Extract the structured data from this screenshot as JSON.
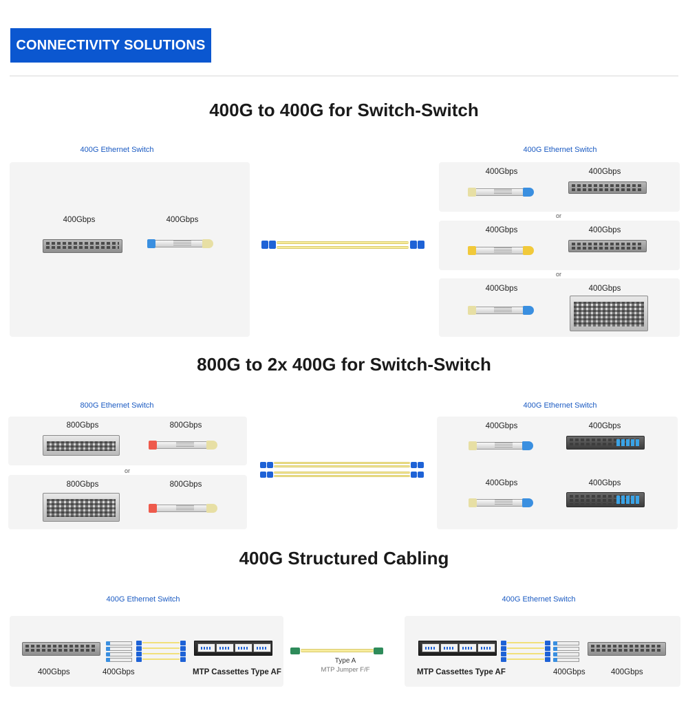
{
  "header": {
    "badge": "CONNECTIVITY SOLUTIONS"
  },
  "section1": {
    "title": "400G to 400G for Switch-Switch",
    "left": {
      "switch_label": "400G Ethernet Switch",
      "rate_switch": "400Gbps",
      "rate_module": "400Gbps"
    },
    "right": {
      "switch_label": "400G Ethernet Switch",
      "options": [
        {
          "rate_module": "400Gbps",
          "rate_switch": "400Gbps"
        },
        {
          "rate_module": "400Gbps",
          "rate_switch": "400Gbps"
        },
        {
          "rate_module": "400Gbps",
          "rate_switch": "400Gbps"
        }
      ],
      "or_1": "or",
      "or_2": "or"
    }
  },
  "section2": {
    "title": "800G to 2x 400G for Switch-Switch",
    "left": {
      "switch_label": "800G Ethernet Switch",
      "options": [
        {
          "rate_switch": "800Gbps",
          "rate_module": "800Gbps"
        },
        {
          "rate_switch": "800Gbps",
          "rate_module": "800Gbps"
        }
      ],
      "or_1": "or"
    },
    "right": {
      "switch_label": "400G Ethernet Switch",
      "options": [
        {
          "rate_module": "400Gbps",
          "rate_switch": "400Gbps"
        },
        {
          "rate_module": "400Gbps",
          "rate_switch": "400Gbps"
        }
      ]
    }
  },
  "section3": {
    "title": "400G Structured Cabling",
    "left": {
      "switch_label": "400G Ethernet Switch",
      "cap_switch": "400Gbps",
      "cap_module": "400Gbps",
      "cap_cassette": "MTP Cassettes Type AF"
    },
    "jumper": {
      "title": "Type A",
      "subtitle": "MTP Jumper F/F"
    },
    "right": {
      "switch_label": "400G Ethernet Switch",
      "cap_cassette": "MTP Cassettes Type AF",
      "cap_module": "400Gbps",
      "cap_switch": "400Gbps"
    }
  },
  "colors": {
    "badge": "#0b57d0",
    "label_blue": "#1a5ac2",
    "panel": "#f4f4f4",
    "lc_connector": "#1e62d6",
    "mtp_connector": "#2e8b5a",
    "fiber": "#f7ec9c"
  },
  "icons": [
    "ethernet-switch-icon",
    "transceiver-icon",
    "lc-duplex-cable-icon",
    "mtp-cassette-icon",
    "mtp-jumper-icon",
    "chassis-switch-icon"
  ]
}
